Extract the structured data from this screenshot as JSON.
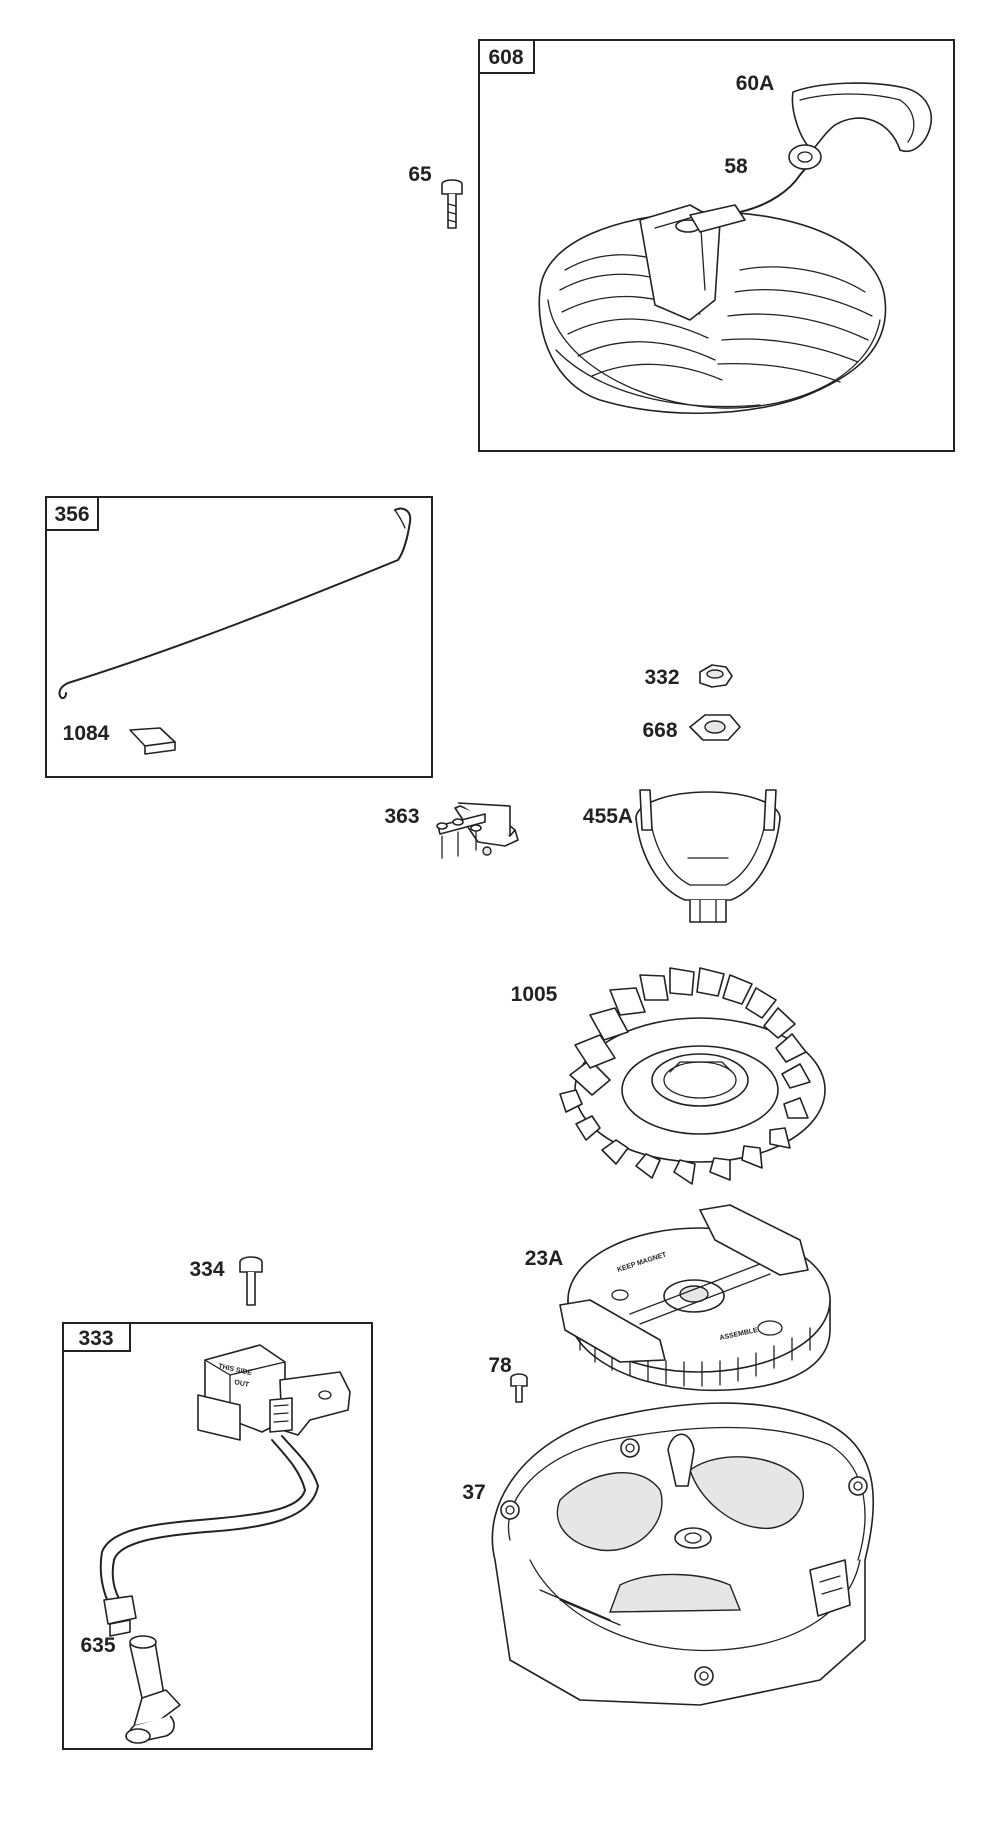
{
  "callouts": {
    "p608": "608",
    "p60a": "60A",
    "p58": "58",
    "p65": "65",
    "p356": "356",
    "p1084": "1084",
    "p332": "332",
    "p668": "668",
    "p363": "363",
    "p455a": "455A",
    "p1005": "1005",
    "p334": "334",
    "p23a": "23A",
    "p333": "333",
    "p78": "78",
    "p37": "37",
    "p635": "635"
  },
  "stamps": {
    "flywheel_key": "KEEP MAGNET",
    "flywheel_rim": "ASSEMBLE",
    "coil_top": "THIS SIDE",
    "coil_bottom": "OUT"
  },
  "icons": [
    "recoil-starter-drawing",
    "starter-handle-drawing",
    "starter-rope-drawing",
    "screw-drawing",
    "link-rod-drawing",
    "clip-drawing",
    "nut-drawing",
    "washer-drawing",
    "bracket-drawing",
    "cup-drawing",
    "fan-drawing",
    "flywheel-drawing",
    "ignition-coil-drawing",
    "spark-plug-boot-drawing",
    "blower-housing-drawing"
  ]
}
